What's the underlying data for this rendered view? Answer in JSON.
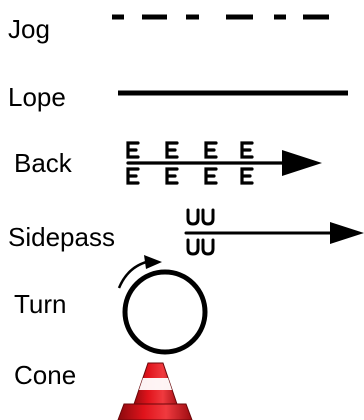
{
  "legend": {
    "items": [
      {
        "key": "jog",
        "label": "Jog"
      },
      {
        "key": "lope",
        "label": "Lope"
      },
      {
        "key": "back",
        "label": "Back"
      },
      {
        "key": "sidepass",
        "label": "Sidepass"
      },
      {
        "key": "turn",
        "label": "Turn"
      },
      {
        "key": "cone",
        "label": "Cone"
      }
    ]
  },
  "colors": {
    "ink": "#000000",
    "cone_red": "#e0131b",
    "cone_dark": "#8a0a0e",
    "cone_stripe": "#ffffff"
  },
  "icons": {
    "jog": "dashed-line-icon",
    "lope": "solid-line-icon",
    "back": "back-arrow-icon",
    "sidepass": "sidepass-arrow-icon",
    "turn": "turn-circle-icon",
    "cone": "traffic-cone-icon"
  }
}
